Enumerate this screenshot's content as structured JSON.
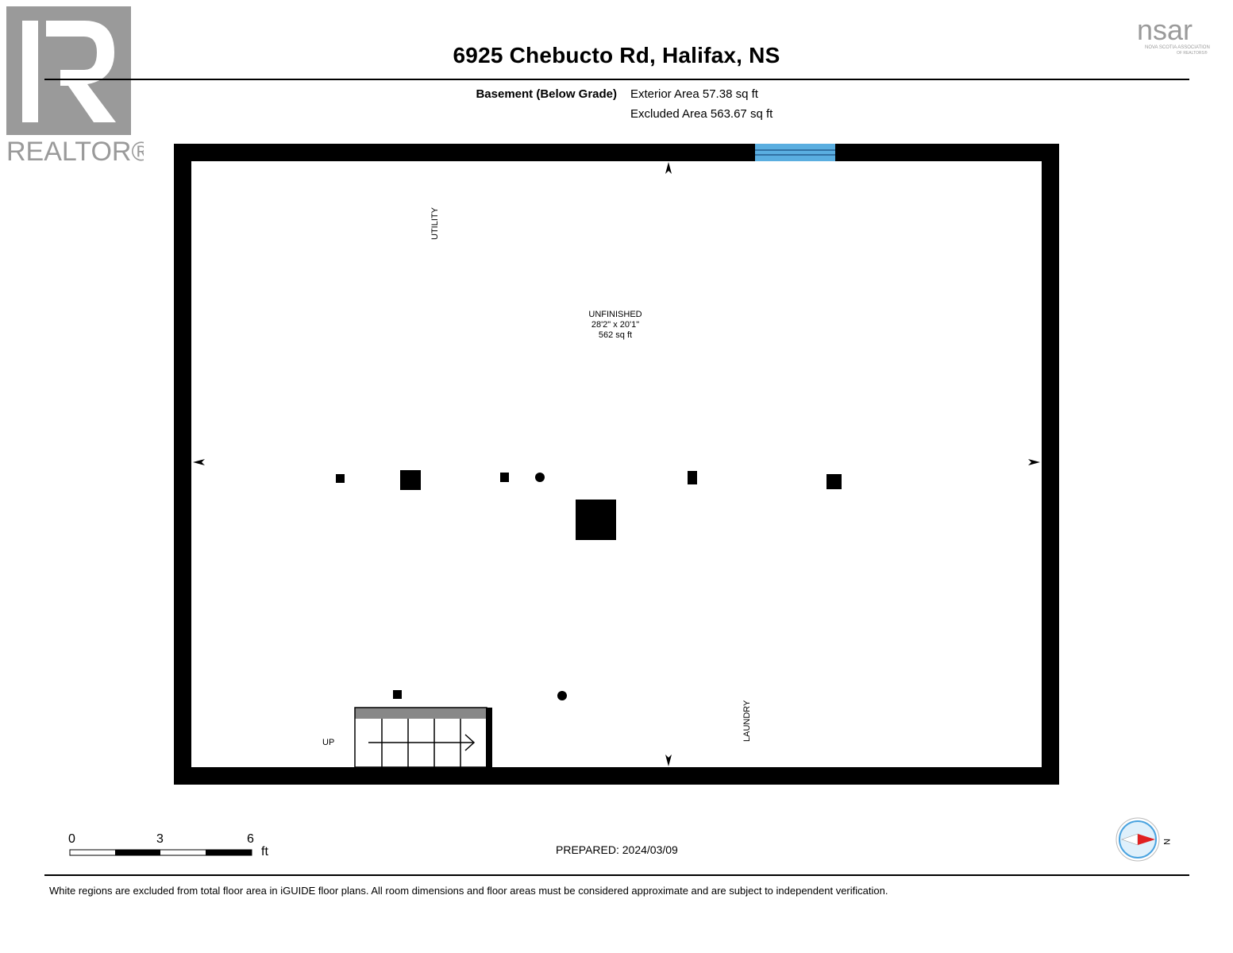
{
  "header": {
    "title": "6925 Chebucto Rd, Halifax, NS"
  },
  "logos": {
    "realtor": "REALTOR®",
    "nsar_main": "nsar",
    "nsar_sub1": "NOVA SCOTIA ASSOCIATION",
    "nsar_sub2": "OF REALTORS®"
  },
  "level": {
    "name": "Basement (Below Grade)",
    "exterior_area": "Exterior Area 57.38 sq ft",
    "excluded_area": "Excluded Area 563.67 sq ft"
  },
  "rooms": {
    "main": {
      "name": "UNFINISHED",
      "dimensions": "28'2\" x 20'1\"",
      "area": "562 sq ft"
    },
    "utility": "UTILITY",
    "laundry": "LAUNDRY",
    "stairs": "UP"
  },
  "scale": {
    "ticks": [
      "0",
      "3",
      "6"
    ],
    "unit": "ft"
  },
  "footer": {
    "prepared": "PREPARED: 2024/03/09",
    "disclaimer": "White regions are excluded from total floor area in iGUIDE floor plans. All room dimensions and floor areas must be considered approximate and are subject to independent verification."
  },
  "compass": {
    "direction": "N"
  },
  "colors": {
    "wall": "#000000",
    "window": "#5aaee0",
    "logo_gray": "#9a9a9a",
    "stair_top": "#888888",
    "compass_fill": "#dff0fb",
    "compass_ring": "#4aa3df",
    "compass_needle": "#e02020"
  }
}
